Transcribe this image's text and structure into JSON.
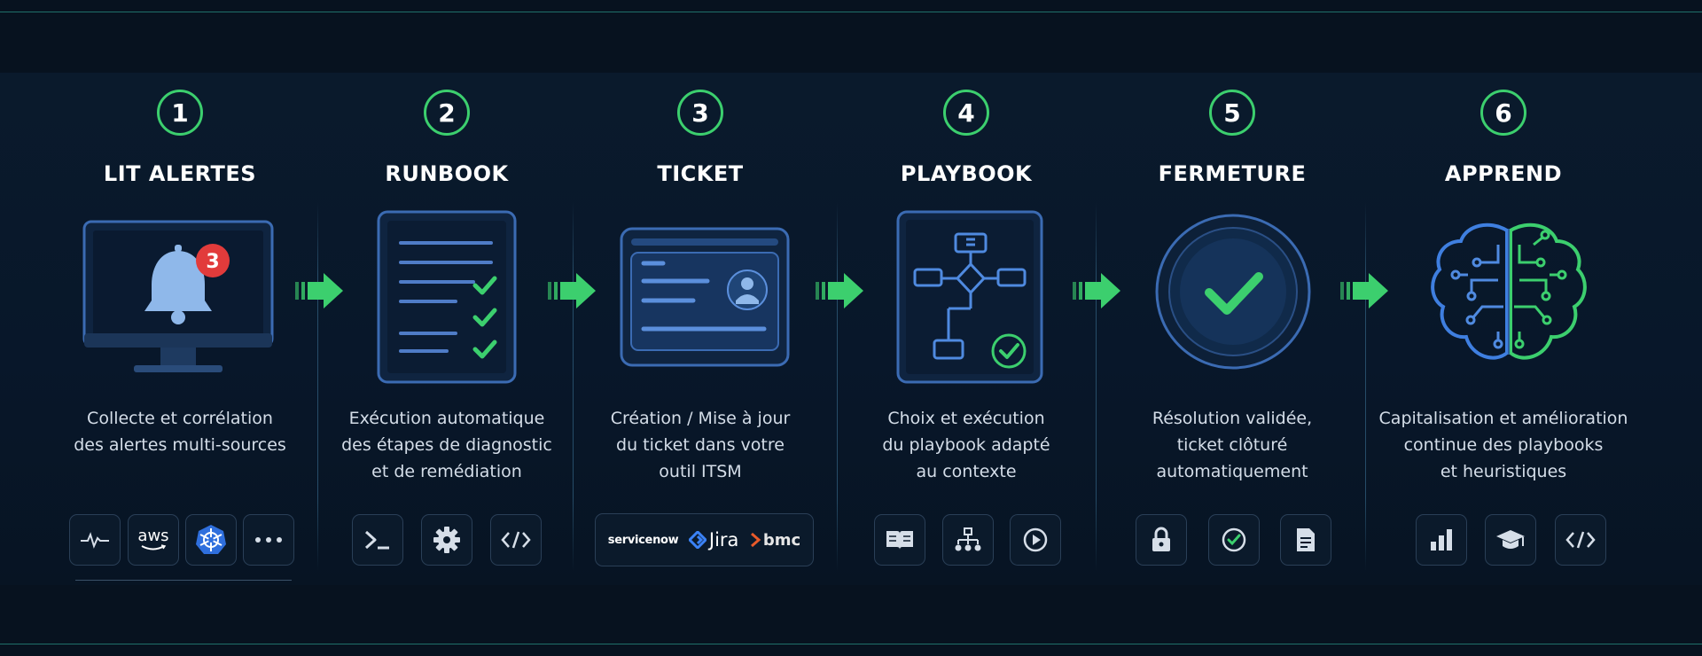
{
  "steps": [
    {
      "number": "1",
      "title": "LIT ALERTES",
      "desc": "Collecte et corrélation\ndes alertes multi-sources",
      "badge": "3",
      "icons": [
        "pulse-icon",
        "aws-logo-icon",
        "kubernetes-icon",
        "more-icon"
      ]
    },
    {
      "number": "2",
      "title": "RUNBOOK",
      "desc": "Exécution automatique\ndes étapes de diagnostic\net de remédiation",
      "icons": [
        "terminal-icon",
        "gear-icon",
        "code-icon"
      ]
    },
    {
      "number": "3",
      "title": "TICKET",
      "desc": "Création / Mise à jour\ndu ticket dans votre\noutil ITSM",
      "logos": {
        "servicenow": "servicenow",
        "jira": "Jira",
        "bmc": "bmc"
      }
    },
    {
      "number": "4",
      "title": "PLAYBOOK",
      "desc": "Choix et exécution\ndu playbook adapté\nau contexte",
      "icons": [
        "book-icon",
        "hierarchy-icon",
        "play-icon"
      ]
    },
    {
      "number": "5",
      "title": "FERMETURE",
      "desc": "Résolution validée,\nticket clôturé\nautomatiquement",
      "icons": [
        "lock-icon",
        "check-circle-icon",
        "document-icon"
      ]
    },
    {
      "number": "6",
      "title": "APPREND",
      "desc": "Capitalisation et amélioration\ncontinue des playbooks\net heuristiques",
      "icons": [
        "bar-chart-icon",
        "graduation-cap-icon",
        "code-icon"
      ]
    }
  ],
  "aws_label": "aws",
  "colors": {
    "accent_green": "#3ccf6e",
    "panel_blue": "#2f5fa8",
    "badge_red": "#e23b3b",
    "background": "#07121f"
  }
}
